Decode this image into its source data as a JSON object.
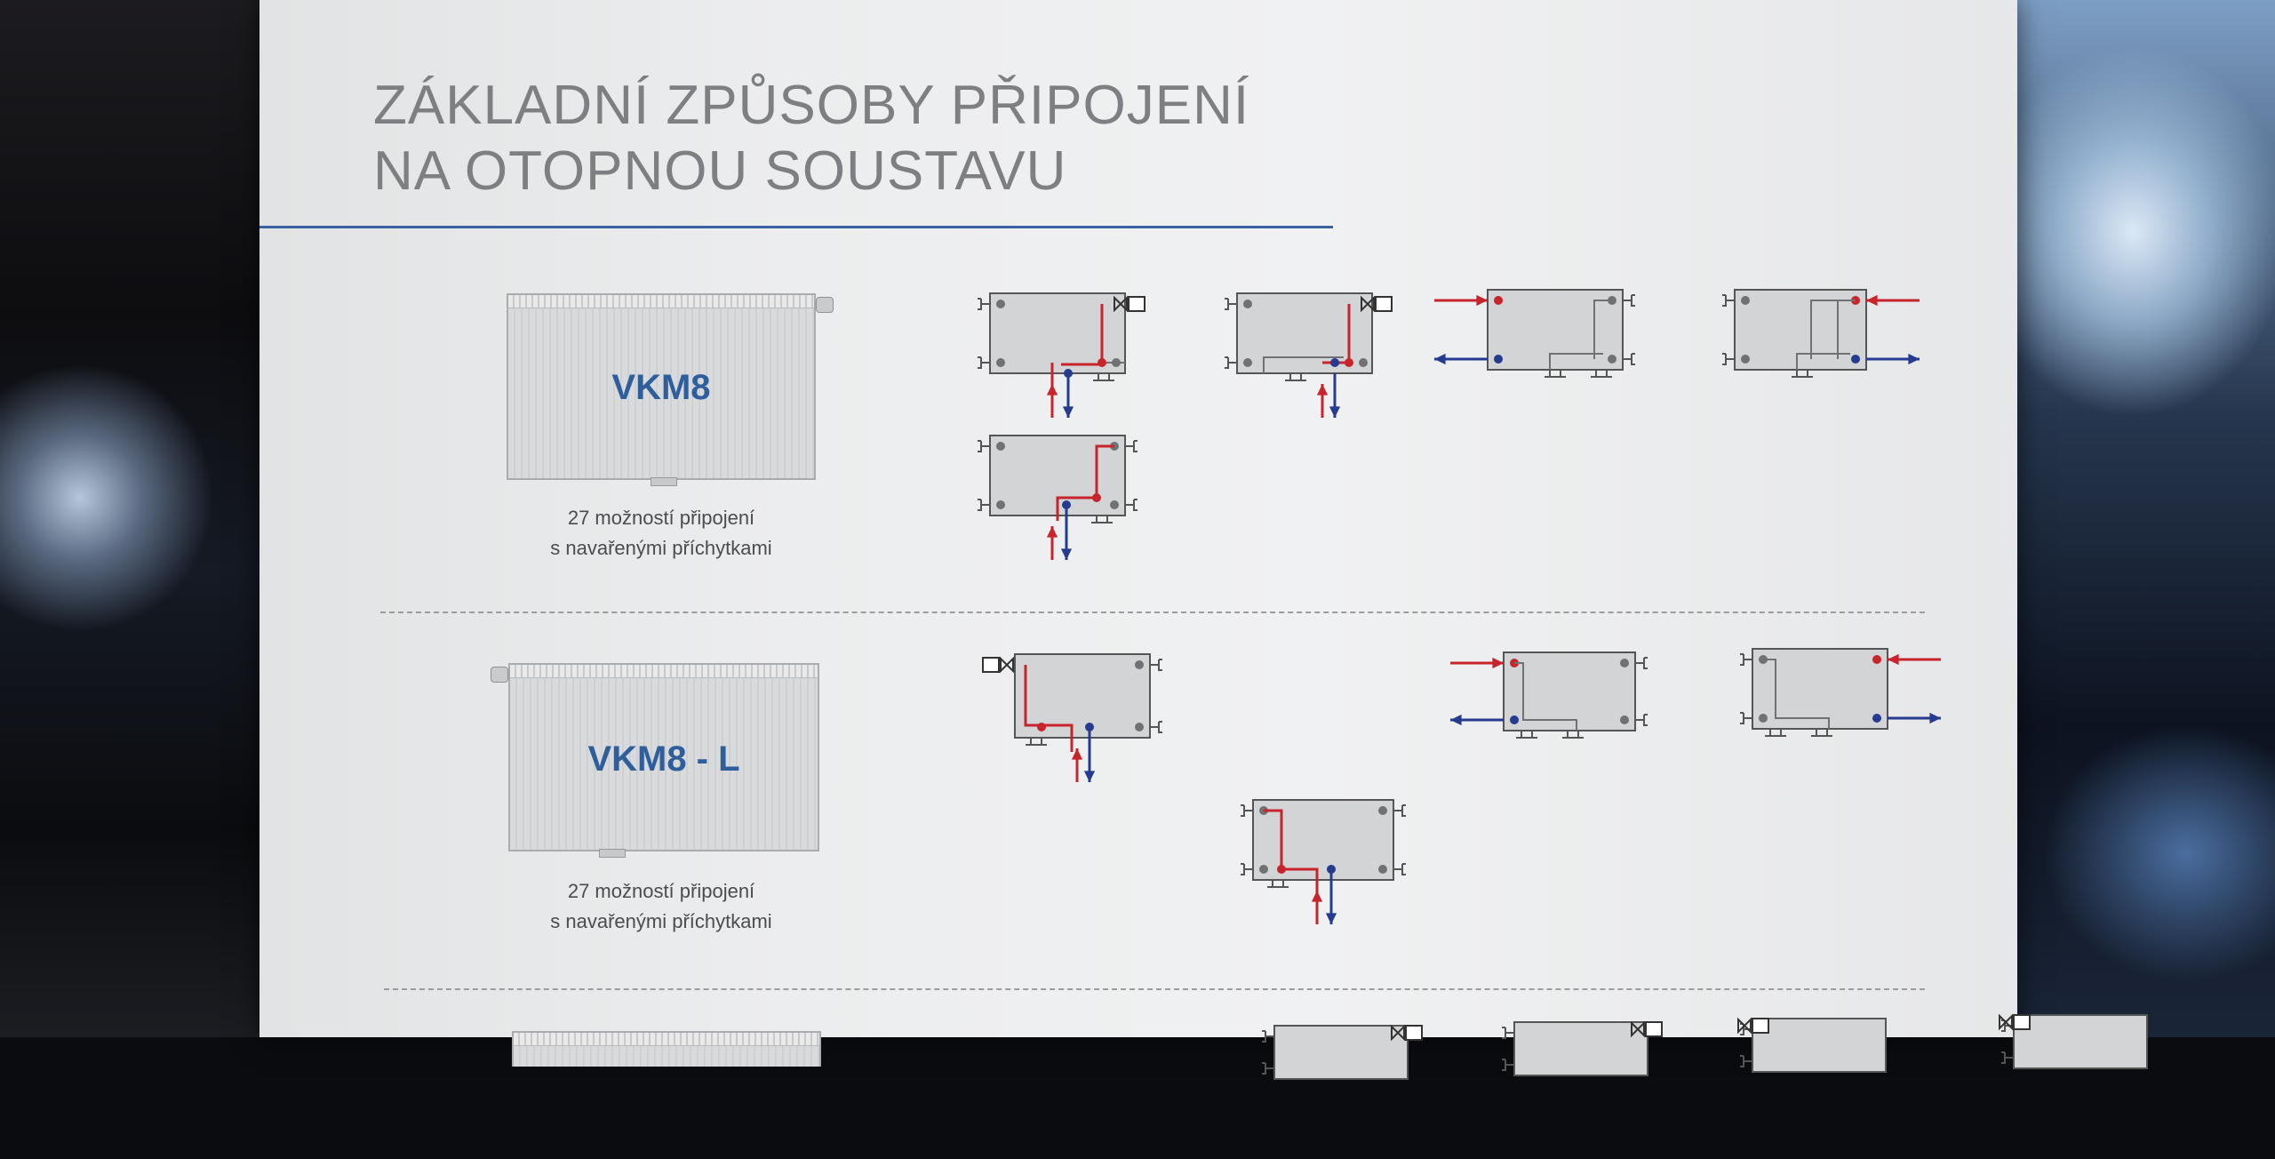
{
  "title": {
    "line1": "ZÁKLADNÍ ZPŮSOBY PŘIPOJENÍ",
    "line2": "NA OTOPNOU SOUSTAVU"
  },
  "sections": [
    {
      "model": "VKM8",
      "caption_line1": "27 možností připojení",
      "caption_line2": "s navařenými příchytkami"
    },
    {
      "model": "VKM8 - L",
      "caption_line1": "27 možností připojení",
      "caption_line2": "s navařenými příchytkami"
    }
  ],
  "colors": {
    "title_rule": "#3b62a0",
    "model_text": "#2f5e9c",
    "supply_red": "#c8242c",
    "return_blue": "#243b8f",
    "pipe_gray": "#6f7174"
  }
}
